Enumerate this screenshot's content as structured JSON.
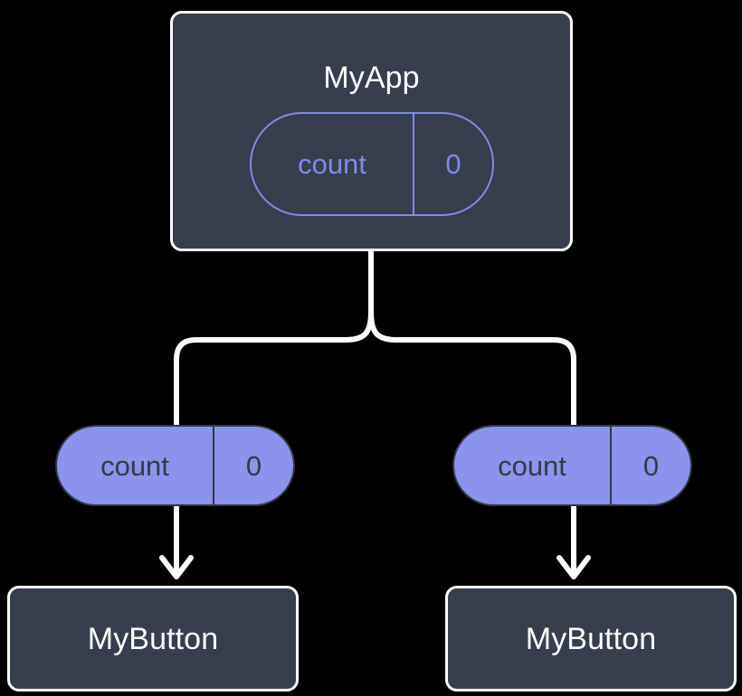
{
  "diagram": {
    "background_color": "#000000",
    "theme": {
      "node_fill": "#373e4d",
      "node_border": "#ffffff",
      "node_text": "#ffffff",
      "pill_outline_color": "#8089e8",
      "pill_fill_color": "#8b93ec",
      "pill_fill_text": "#333a47",
      "edge_color": "#ffffff"
    },
    "root": {
      "title": "MyApp",
      "state": {
        "key": "count",
        "value": "0"
      }
    },
    "children": [
      {
        "title": "MyButton",
        "prop": {
          "key": "count",
          "value": "0"
        }
      },
      {
        "title": "MyButton",
        "prop": {
          "key": "count",
          "value": "0"
        }
      }
    ]
  }
}
